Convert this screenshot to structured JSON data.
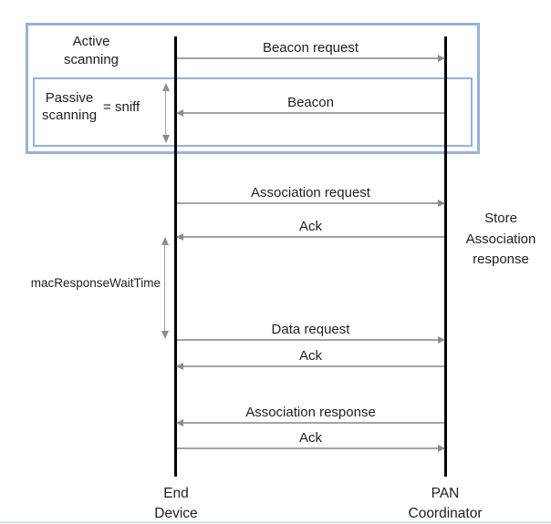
{
  "actors": {
    "end_device": {
      "line1": "End",
      "line2": "Device"
    },
    "pan_coordinator": {
      "line1": "PAN",
      "line2": "Coordinator"
    }
  },
  "messages": [
    {
      "label": "Beacon request",
      "from": "End Device",
      "to": "PAN Coordinator",
      "direction": "right"
    },
    {
      "label": "Beacon",
      "from": "PAN Coordinator",
      "to": "End Device",
      "direction": "left"
    },
    {
      "label": "Association request",
      "from": "End Device",
      "to": "PAN Coordinator",
      "direction": "right"
    },
    {
      "label": "Ack",
      "from": "PAN Coordinator",
      "to": "End Device",
      "direction": "left"
    },
    {
      "label": "Data request",
      "from": "End Device",
      "to": "PAN Coordinator",
      "direction": "right"
    },
    {
      "label": "Ack",
      "from": "PAN Coordinator",
      "to": "End Device",
      "direction": "left"
    },
    {
      "label": "Association response",
      "from": "PAN Coordinator",
      "to": "End Device",
      "direction": "left"
    },
    {
      "label": "Ack",
      "from": "End Device",
      "to": "PAN Coordinator",
      "direction": "right"
    }
  ],
  "annotations": {
    "active_scanning": {
      "line1": "Active",
      "line2": "scanning"
    },
    "passive_scanning": {
      "line1": "Passive",
      "line2": "scanning",
      "suffix": "= sniff"
    },
    "mac_response_wait_time": "macResponseWaitTime",
    "store_association_response": {
      "line1": "Store",
      "line2": "Association",
      "line3": "response"
    }
  },
  "colors": {
    "box_border": "#95B3D7",
    "arrow_line": "#a3a3a3",
    "arrow_head": "#8c8c8c",
    "lifeline": "#000000",
    "text": "#1f1f1f"
  }
}
